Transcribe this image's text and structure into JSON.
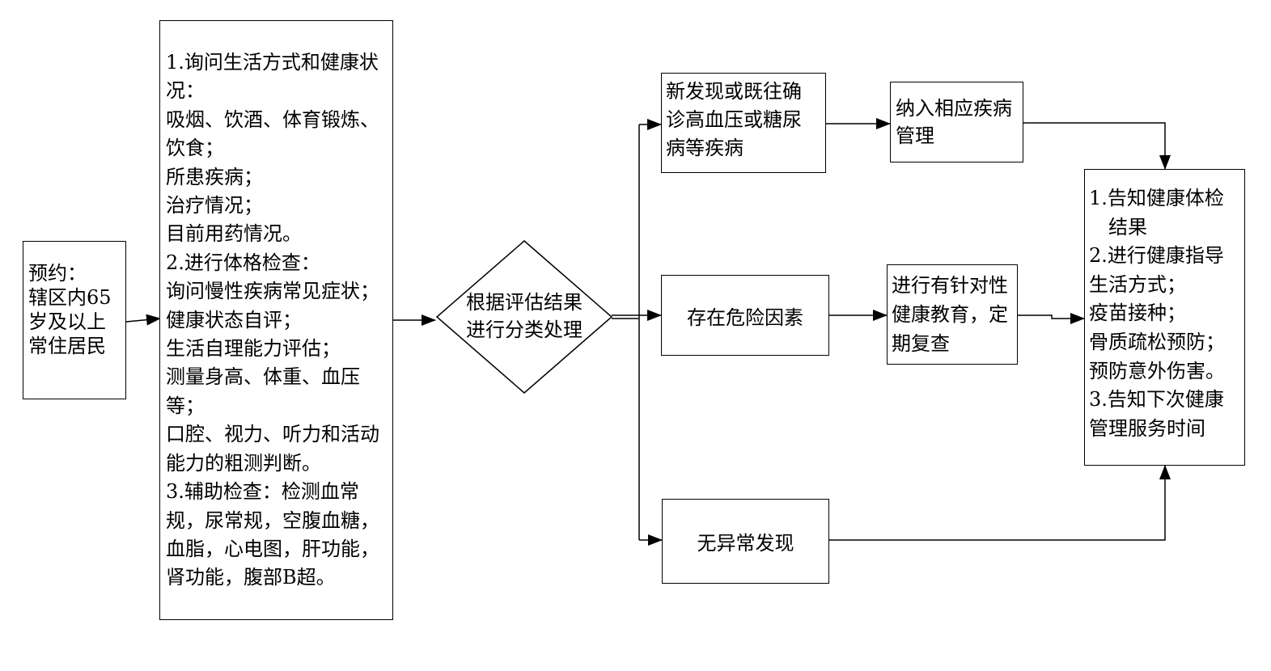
{
  "appointment": {
    "title": "预约：",
    "lines": [
      "辖区内65",
      "岁及以上",
      "常住居民"
    ]
  },
  "assessment": {
    "lines": [
      "1.询问生活方式和健康状",
      "况：",
      "吸烟、饮酒、体育锻炼、",
      "饮食；",
      "所患疾病；",
      "治疗情况；",
      "目前用药情况。",
      "2.进行体格检查：",
      "询问慢性疾病常见症状；",
      "健康状态自评；",
      "生活自理能力评估；",
      "测量身高、体重、血压",
      "等；",
      "口腔、视力、听力和活动",
      "能力的粗测判断。",
      "3.辅助检查：检测血常",
      "规，尿常规，空腹血糖，",
      "血脂，心电图，肝功能，",
      "肾功能，腹部B超。"
    ]
  },
  "decision": {
    "lines": [
      "根据评估结果",
      "进行分类处理"
    ]
  },
  "outcomes": {
    "disease": {
      "lines": [
        "新发现或既往确",
        "诊高血压或糖尿",
        "病等疾病"
      ]
    },
    "risk": {
      "label": "存在危险因素"
    },
    "normal": {
      "label": "无异常发现"
    }
  },
  "actions": {
    "manage": {
      "lines": [
        "纳入相应疾病",
        "管理"
      ]
    },
    "educate": {
      "lines": [
        "进行有针对性",
        "健康教育，定",
        "期复查"
      ]
    }
  },
  "final": {
    "lines": [
      "1.告知健康体检",
      "　结果",
      "2.进行健康指导",
      "生活方式；",
      "疫苗接种；",
      "骨质疏松预防；",
      "预防意外伤害。",
      "3.告知下次健康",
      "管理服务时间"
    ]
  }
}
